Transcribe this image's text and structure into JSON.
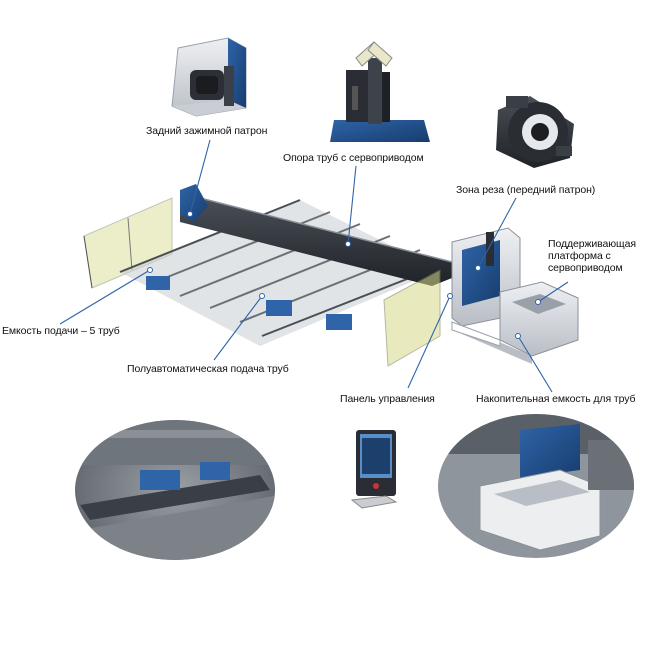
{
  "labels": {
    "rear_chuck": "Задний зажимной патрон",
    "servo_support": "Опора труб с сервоприводом",
    "cutting_zone": "Зона реза (передний патрон)",
    "support_platform": "Поддерживающая платформа с сервоприводом",
    "feed_capacity": "Емкость подачи – 5 труб",
    "semi_auto_feed": "Полуавтоматическая подача труб",
    "control_panel": "Панель управления",
    "storage_capacity": "Накопительная емкость для труб"
  },
  "colors": {
    "accent_blue": "#1f4e8a",
    "dark_body": "#3a3f47",
    "light_gray": "#d9dde2",
    "glass_yellow": "#d6d98a"
  }
}
